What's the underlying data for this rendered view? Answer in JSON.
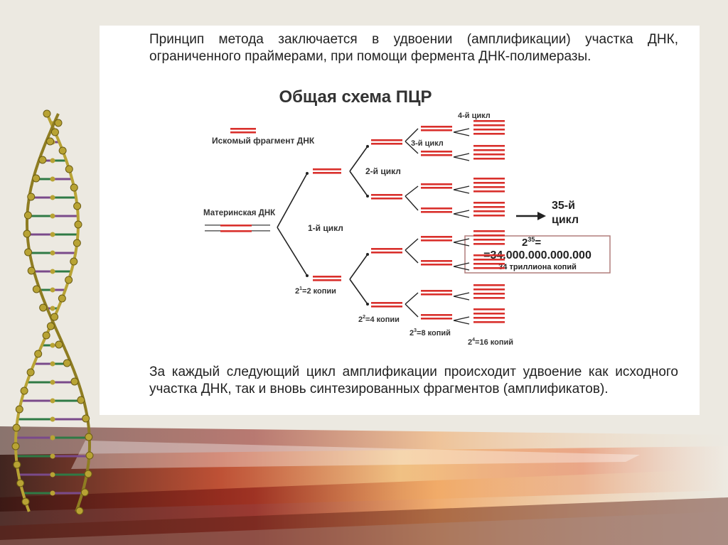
{
  "intro_text": "Принцип метода заключается в удвоении (амплификации) участка ДНК, ограниченного праймерами, при помощи фермента ДНК-полимеразы.",
  "diagram": {
    "title": "Общая схема ПЦР",
    "legend_label": "Искомый фрагмент ДНК",
    "mother_label": "Материнская ДНК",
    "cycle_1": "1-й цикл",
    "cycle_2": "2-й цикл",
    "cycle_3": "3-й цикл",
    "cycle_4": "4-й цикл",
    "copies_2_base": "2",
    "copies_2_exp": "1",
    "copies_2_rest": "=2 копии",
    "copies_4_base": "2",
    "copies_4_exp": "2",
    "copies_4_rest": "=4 копии",
    "copies_8_base": "2",
    "copies_8_exp": "3",
    "copies_8_rest": "=8 копий",
    "copies_16_base": "2",
    "copies_16_exp": "4",
    "copies_16_rest": "=16 копий",
    "final_cycle_line1": "35-й",
    "final_cycle_line2": "цикл",
    "result_base": "2",
    "result_exp": "35",
    "result_eq": "=",
    "result_value": "=34.000.000.000.000",
    "result_caption": "34 триллиона копий"
  },
  "outro_text": "За каждый следующий цикл амплификации происходит удвоение как исходного участка ДНК, так и вновь синтезированных фрагментов (амплификатов).",
  "colors": {
    "fragment": "#d9302c",
    "line": "#222222",
    "box_border": "#b07d7b",
    "helix_gold": "#b8a334",
    "rung_green": "#2f7a45",
    "rung_purple": "#7a4a8a"
  }
}
